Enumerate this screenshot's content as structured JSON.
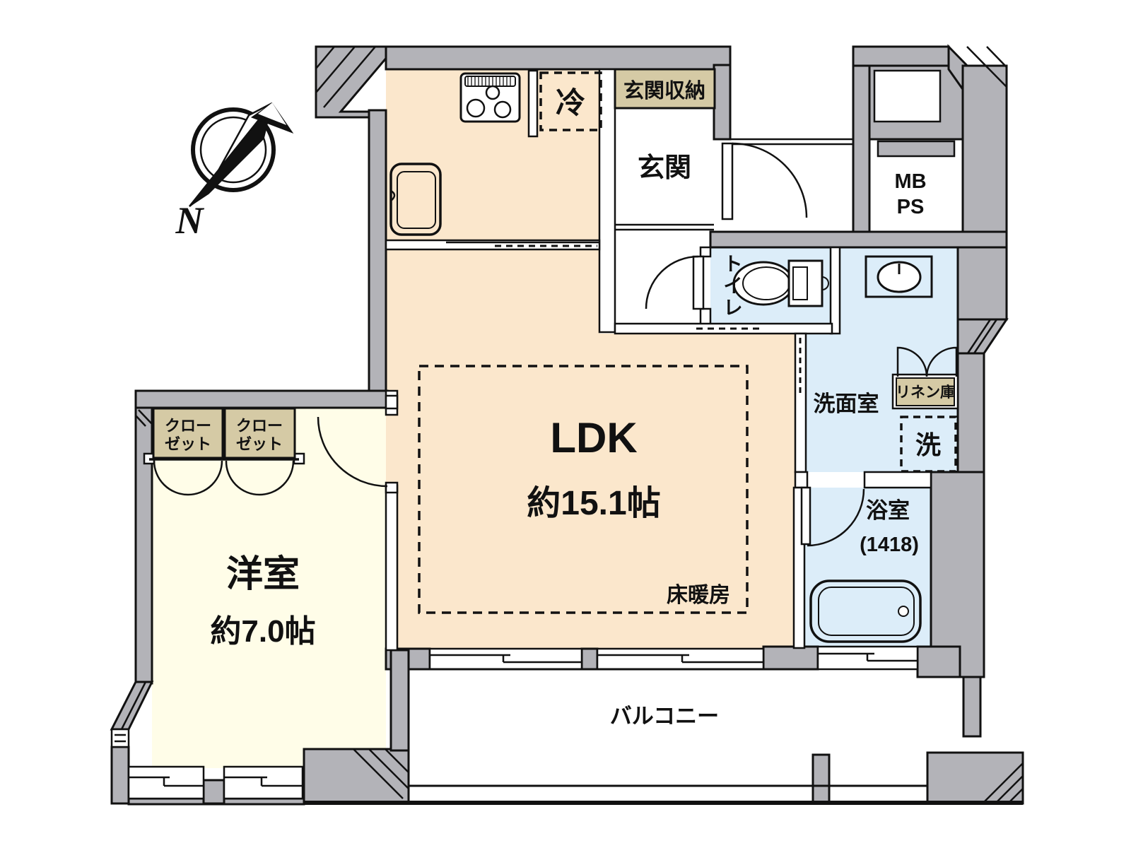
{
  "plan": {
    "type": "japanese-apartment-floorplan",
    "compass": {
      "label": "N"
    },
    "rooms": {
      "ldk": {
        "name": "LDK",
        "size": "約15.1帖",
        "floor_heating": "床暖房"
      },
      "western": {
        "name": "洋室",
        "size": "約7.0帖"
      },
      "closet1": {
        "line1": "クロー",
        "line2": "ゼット"
      },
      "closet2": {
        "line1": "クロー",
        "line2": "ゼット"
      },
      "entrance": {
        "name": "玄関"
      },
      "entrance_storage": {
        "name": "玄関収納"
      },
      "refrigerator": {
        "name": "冷"
      },
      "toilet": {
        "c1": "ト",
        "c2": "イ",
        "c3": "レ"
      },
      "washroom": {
        "name": "洗面室"
      },
      "linen": {
        "name": "リネン庫"
      },
      "washer": {
        "name": "洗"
      },
      "bathroom": {
        "name": "浴室",
        "size": "(1418)"
      },
      "meter_box": {
        "line1": "MB",
        "line2": "PS"
      },
      "balcony": {
        "name": "バルコニー"
      }
    },
    "colors": {
      "wall_gray": "#b3b3b8",
      "outline": "#111111",
      "ldk_peach": "#fbe7cc",
      "western_cream": "#fffde8",
      "wet_blue": "#dcedf9",
      "storage_tan": "#d5caa5",
      "white": "#ffffff"
    }
  }
}
